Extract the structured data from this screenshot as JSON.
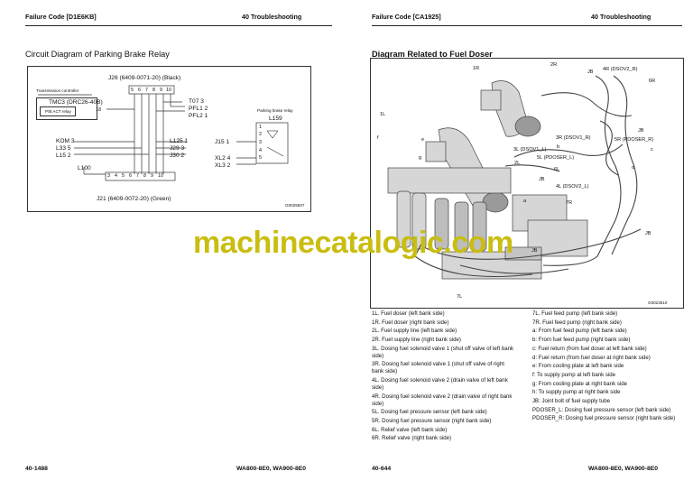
{
  "left_page": {
    "header_left": "Failure Code [D1E6KB]",
    "header_right": "40 Troubleshooting",
    "section_title": "Circuit Diagram of Parking Brake Relay",
    "footer_left": "40-1488",
    "footer_right": "WA800-8E0, WA900-8E0",
    "circuit": {
      "connector_top": "J26  (6409-0071-20)       (Black)",
      "connector_bottom": "J21  (6409-0072-20)       (Green)",
      "controller_group": "Transmission controller",
      "controller_name": "TMC3 (DRC26-40B)",
      "controller_relay": "P/B ACT relay",
      "relay_group": "Parking brake relay",
      "relay_name": "L159",
      "top_pins": [
        "5",
        "6",
        "7",
        "8",
        "9",
        "10"
      ],
      "bottom_pins": [
        "3",
        "4",
        "5",
        "6",
        "7",
        "8",
        "9",
        "10"
      ],
      "right_outputs": [
        {
          "label": "T07",
          "pin": "3"
        },
        {
          "label": "PFL1",
          "pin": "2"
        },
        {
          "label": "PFL2",
          "pin": "1"
        }
      ],
      "left_inputs": [
        {
          "label": "KOM",
          "pin": "3"
        },
        {
          "label": "L33",
          "pin": "5"
        },
        {
          "label": "L15",
          "pin": "2"
        }
      ],
      "ground_label": "L100",
      "mid_outputs": [
        {
          "label": "L125",
          "pin": "1"
        },
        {
          "label": "J29",
          "pin": "3"
        },
        {
          "label": "J30",
          "pin": "2"
        }
      ],
      "relay_inputs": [
        {
          "label": "J15",
          "pin": "1"
        },
        {
          "label": "XL2",
          "pin": "4"
        },
        {
          "label": "XL3",
          "pin": "2"
        }
      ],
      "controller_pin": "18",
      "relay_pins": [
        "1",
        "2",
        "3",
        "4",
        "5"
      ],
      "figure_code": "G0025507"
    }
  },
  "right_page": {
    "header_left": "Failure Code [CA1925]",
    "header_right": "40 Troubleshooting",
    "section_title": "Diagram Related to Fuel Doser",
    "footer_left": "40-644",
    "footer_right": "WA800-8E0, WA900-8E0",
    "figure_code": "G0023510",
    "drawing_labels": [
      "1R",
      "2R",
      "4R (DSOV2_R)",
      "6R",
      "JB",
      "1L",
      "3R (DSOV1_R)",
      "5R (PDOSER_R)",
      "b",
      "JB",
      "c",
      "3L (DSOV1_L)",
      "5L (PDOSER_L)",
      "f",
      "e",
      "d",
      "6L",
      "g",
      "2L",
      "JB",
      "4L (DSOV2_L)",
      "a",
      "7R",
      "JB",
      "JB",
      "7L"
    ],
    "legend_left": [
      "1L. Fuel doser (left bank side)",
      "1R. Fuel doser (right bank side)",
      "2L. Fuel supply line (left bank side)",
      "2R. Fuel supply line (right bank side)",
      "3L. Dosing fuel solenoid valve 1 (shut off valve of left bank side)",
      "3R. Dosing fuel solenoid valve 1 (shut off valve of right bank side)",
      "4L. Dosing fuel solenoid valve 2 (drain valve of left bank side)",
      "4R. Dosing fuel solenoid valve 2 (drain valve of right bank side)",
      "5L. Dosing fuel pressure sensor (left bank side)",
      "5R. Dosing fuel pressure sensor (right bank side)",
      "6L. Relief valve (left bank side)",
      "6R. Relief valve (right bank side)"
    ],
    "legend_right": [
      "7L. Fuel feed pump (left bank side)",
      "7R. Fuel feed pump (right bank side)",
      "a: From fuel feed pump (left bank side)",
      "b: From fuel feed pump (right bank side)",
      "c: Fuel return (from fuel doser at left bank side)",
      "d: Fuel return (from fuel doser at right bank side)",
      "e: From cooling plate at left bank side",
      "f: To supply pump at left bank side",
      "g: From cooling plate at right bank side",
      "h: To supply pump at right bank side",
      "JB: Joint bolt of fuel supply tube",
      "PDOSER_L: Dosing fuel pressure sensor (left bank side)",
      "PDOSER_R: Dosing fuel pressure sensor (right bank side)"
    ]
  },
  "watermark": "machinecatalogic.com"
}
